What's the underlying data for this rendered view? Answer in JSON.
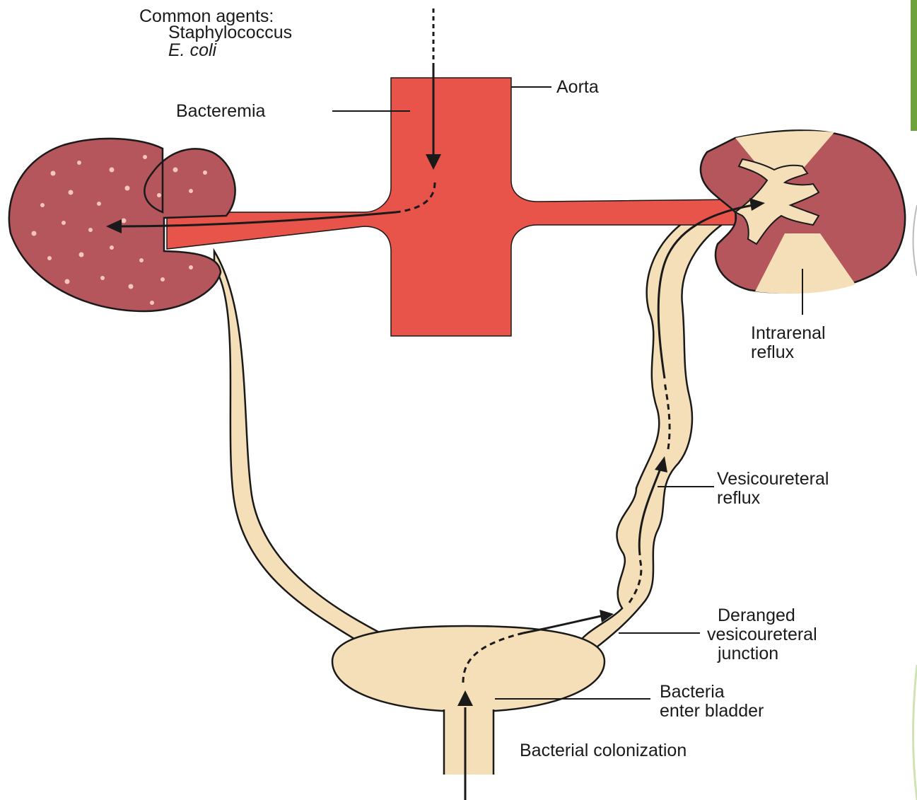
{
  "labels": {
    "common_agents": "Common agents:",
    "agent_1": "Staphylococcus",
    "agent_2": "E. coli",
    "aorta": "Aorta",
    "bacteremia": "Bacteremia",
    "intrarenal_line1": "Intrarenal",
    "intrarenal_line2": "reflux",
    "vesicoureteral_line1": "Vesicoureteral",
    "vesicoureteral_line2": "reflux",
    "deranged_line1": "Deranged",
    "deranged_line2": "vesicoureteral",
    "deranged_line3": "junction",
    "bladder_line1": "Bacteria",
    "bladder_line2": "enter bladder",
    "colonization": "Bacterial colonization"
  },
  "colors": {
    "aorta_red": "#e8534a",
    "kidney_mauve": "#b5555c",
    "urinary_beige": "#f5dfb8",
    "outline": "#1a1a1a",
    "dots_pink": "#f4c6bd",
    "corner_green": "#6fa23a"
  }
}
